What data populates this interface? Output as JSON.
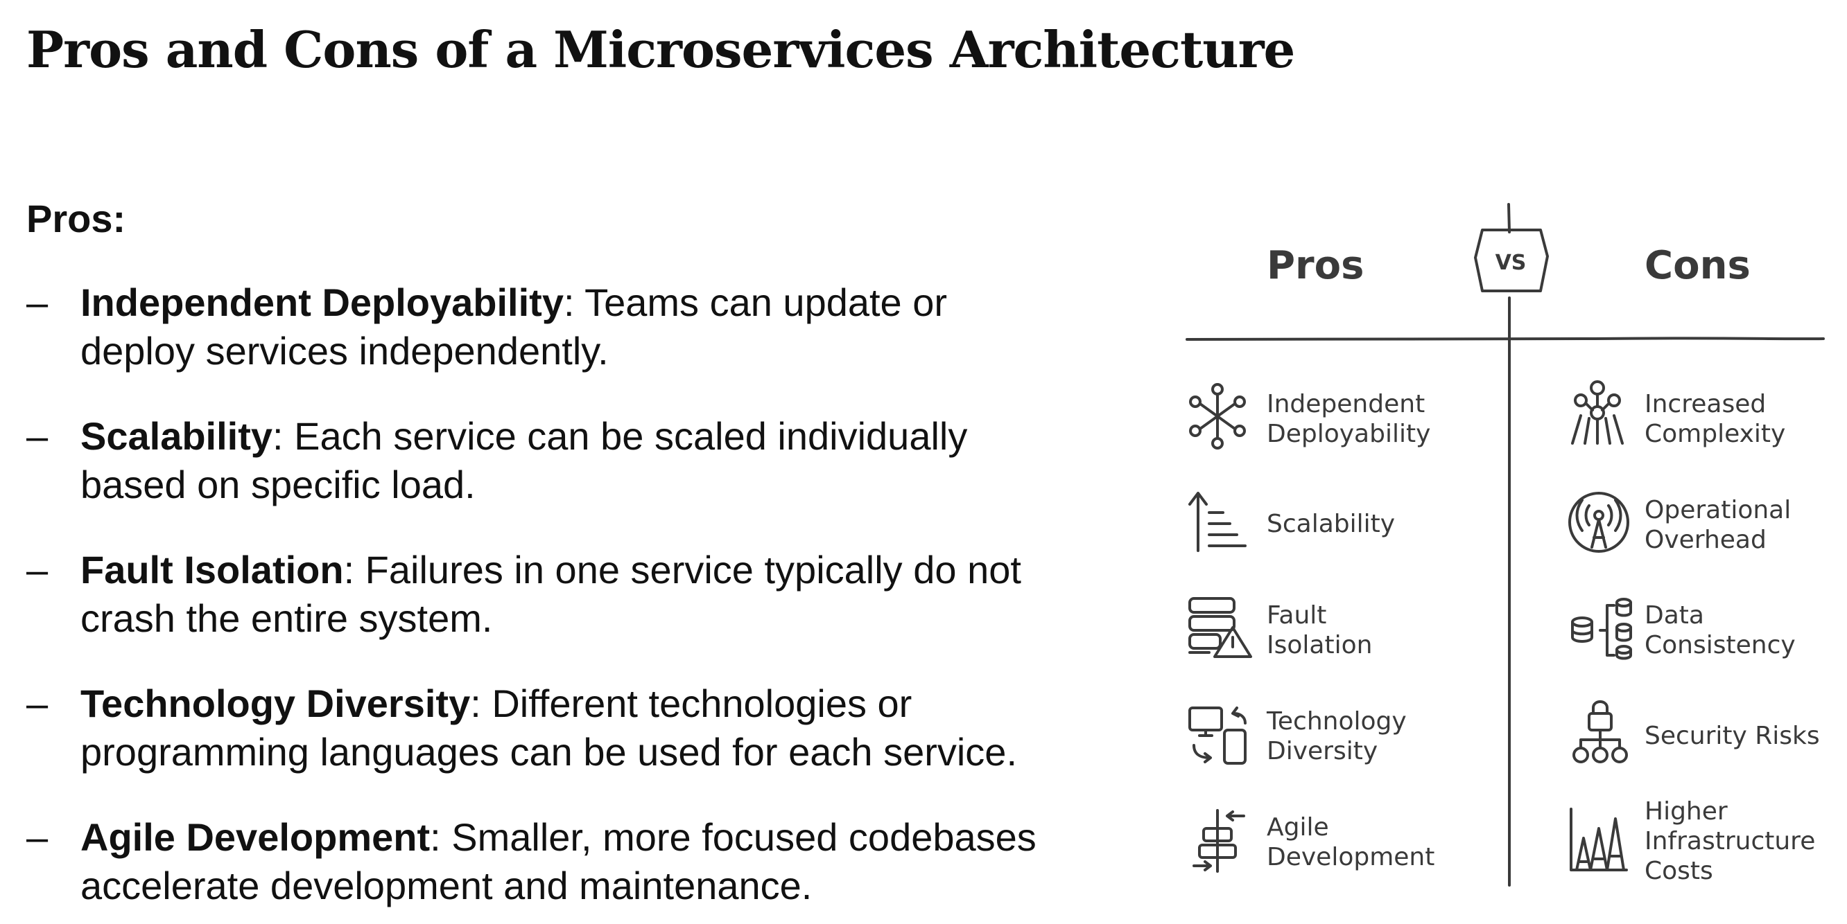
{
  "title": "Pros and Cons of a Microservices Architecture",
  "pros_heading": "Pros:",
  "pros_list": [
    {
      "dash": "–",
      "term": "Independent Deployability",
      "sep": ":",
      "line1": " Teams can update or",
      "line2": "deploy services independently."
    },
    {
      "dash": "–",
      "term": "Scalability",
      "sep": ":",
      "line1": " Each service can be scaled individually",
      "line2": "based on specific load."
    },
    {
      "dash": "–",
      "term": "Fault Isolation",
      "sep": ":",
      "line1": " Failures in one service typically do not",
      "line2": "crash the entire system."
    },
    {
      "dash": "–",
      "term": "Technology Diversity",
      "sep": ":",
      "line1": " Different technologies or",
      "line2": "programming languages can be used for each service."
    },
    {
      "dash": "–",
      "term": "Agile Development",
      "sep": ":",
      "line1": " Smaller, more focused codebases",
      "line2": "accelerate development and maintenance."
    }
  ],
  "diagram": {
    "pros_label": "Pros",
    "vs_label": "VS",
    "cons_label": "Cons",
    "pros": [
      {
        "icon": "network-nodes-icon",
        "lines": [
          "Independent",
          "Deployability"
        ]
      },
      {
        "icon": "scale-up-arrow-icon",
        "lines": [
          "Scalability"
        ]
      },
      {
        "icon": "server-warning-icon",
        "lines": [
          "Fault",
          "Isolation"
        ]
      },
      {
        "icon": "devices-sync-icon",
        "lines": [
          "Technology",
          "Diversity"
        ]
      },
      {
        "icon": "agile-sprint-icon",
        "lines": [
          "Agile",
          "Development"
        ]
      }
    ],
    "cons": [
      {
        "icon": "complex-network-icon",
        "lines": [
          "Increased",
          "Complexity"
        ]
      },
      {
        "icon": "broadcast-tower-icon",
        "lines": [
          "Operational",
          "Overhead"
        ]
      },
      {
        "icon": "database-sync-icon",
        "lines": [
          "Data",
          "Consistency"
        ]
      },
      {
        "icon": "lock-hierarchy-icon",
        "lines": [
          "Security Risks"
        ]
      },
      {
        "icon": "rising-cost-chart-icon",
        "lines": [
          "Higher",
          "Infrastructure",
          "Costs"
        ]
      }
    ]
  },
  "colors": {
    "text": "#111111",
    "sketch": "#3a3a3a",
    "background": "#ffffff"
  }
}
